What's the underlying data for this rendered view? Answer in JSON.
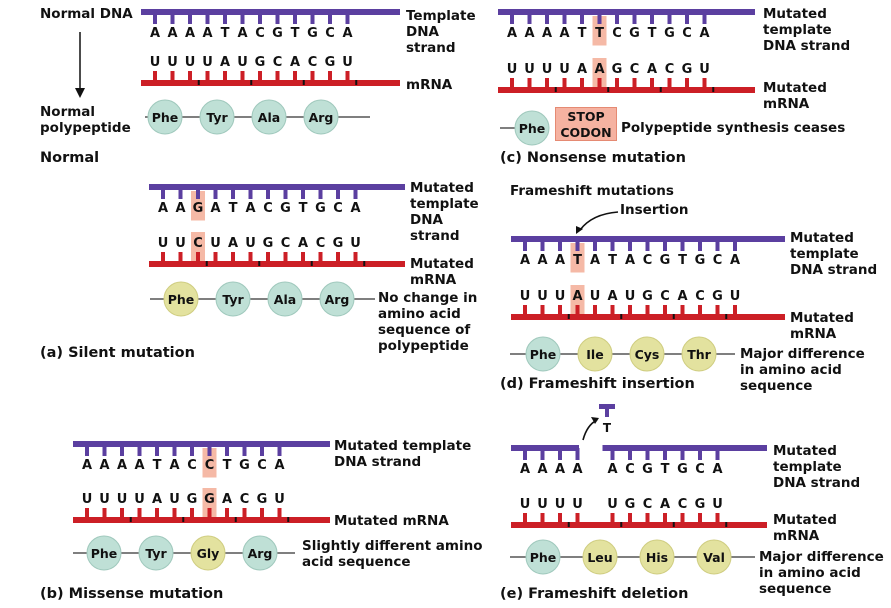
{
  "colors": {
    "dna_strand": "#5b3fa0",
    "mrna_strand": "#cc1f26",
    "highlight": "#f5b9a6",
    "normal_amino": "#bfe0d6",
    "changed_amino": "#e3e29f",
    "stop_box": "#f5b2a1"
  },
  "panels": [
    {
      "id": "normal",
      "title": "Normal",
      "side_label_top": "Normal DNA",
      "side_label_bottom": "Normal\npolypeptide",
      "dna_bases": [
        "A",
        "A",
        "A",
        "A",
        "T",
        "A",
        "C",
        "G",
        "T",
        "G",
        "C",
        "A"
      ],
      "mrna_bases": [
        "U",
        "U",
        "U",
        "U",
        "A",
        "U",
        "G",
        "C",
        "A",
        "C",
        "G",
        "U"
      ],
      "highlight_index": null,
      "dna_label": "Template\nDNA\nstrand",
      "mrna_label": "mRNA",
      "amino_acids": [
        {
          "name": "Phe",
          "changed": false
        },
        {
          "name": "Tyr",
          "changed": false
        },
        {
          "name": "Ala",
          "changed": false
        },
        {
          "name": "Arg",
          "changed": false
        }
      ],
      "result_text": ""
    },
    {
      "id": "silent",
      "title": "(a) Silent mutation",
      "dna_bases": [
        "A",
        "A",
        "G",
        "A",
        "T",
        "A",
        "C",
        "G",
        "T",
        "G",
        "C",
        "A"
      ],
      "mrna_bases": [
        "U",
        "U",
        "C",
        "U",
        "A",
        "U",
        "G",
        "C",
        "A",
        "C",
        "G",
        "U"
      ],
      "highlight_index": 2,
      "dna_label": "Mutated\ntemplate\nDNA\nstrand",
      "mrna_label": "Mutated\nmRNA",
      "amino_acids": [
        {
          "name": "Phe",
          "changed": true
        },
        {
          "name": "Tyr",
          "changed": false
        },
        {
          "name": "Ala",
          "changed": false
        },
        {
          "name": "Arg",
          "changed": false
        }
      ],
      "result_text": "No change in\namino acid\nsequence of\npolypeptide"
    },
    {
      "id": "missense",
      "title": "(b) Missense mutation",
      "dna_bases": [
        "A",
        "A",
        "A",
        "A",
        "T",
        "A",
        "C",
        "C",
        "T",
        "G",
        "C",
        "A"
      ],
      "mrna_bases": [
        "U",
        "U",
        "U",
        "U",
        "A",
        "U",
        "G",
        "G",
        "A",
        "C",
        "G",
        "U"
      ],
      "highlight_index": 7,
      "dna_label": "Mutated template\nDNA strand",
      "mrna_label": "Mutated mRNA",
      "amino_acids": [
        {
          "name": "Phe",
          "changed": false
        },
        {
          "name": "Tyr",
          "changed": false
        },
        {
          "name": "Gly",
          "changed": true
        },
        {
          "name": "Arg",
          "changed": false
        }
      ],
      "result_text": "Slightly different amino\nacid sequence"
    },
    {
      "id": "nonsense",
      "title": "(c) Nonsense mutation",
      "dna_bases": [
        "A",
        "A",
        "A",
        "A",
        "T",
        "T",
        "C",
        "G",
        "T",
        "G",
        "C",
        "A"
      ],
      "mrna_bases": [
        "U",
        "U",
        "U",
        "U",
        "A",
        "A",
        "G",
        "C",
        "A",
        "C",
        "G",
        "U"
      ],
      "highlight_index": 5,
      "dna_label": "Mutated\ntemplate\nDNA strand",
      "mrna_label": "Mutated\nmRNA",
      "amino_acids": [
        {
          "name": "Phe",
          "changed": false
        }
      ],
      "stop_codon": "STOP\nCODON",
      "result_text": "Polypeptide synthesis ceases"
    },
    {
      "id": "insertion",
      "title": "(d) Frameshift insertion",
      "header": "Frameshift mutations",
      "pointer_label": "Insertion",
      "dna_bases": [
        "A",
        "A",
        "A",
        "T",
        "A",
        "T",
        "A",
        "C",
        "G",
        "T",
        "G",
        "C",
        "A"
      ],
      "mrna_bases": [
        "U",
        "U",
        "U",
        "A",
        "U",
        "A",
        "U",
        "G",
        "C",
        "A",
        "C",
        "G",
        "U"
      ],
      "highlight_index": 3,
      "dna_label": "Mutated\ntemplate\nDNA strand",
      "mrna_label": "Mutated\nmRNA",
      "amino_acids": [
        {
          "name": "Phe",
          "changed": false
        },
        {
          "name": "Ile",
          "changed": true
        },
        {
          "name": "Cys",
          "changed": true
        },
        {
          "name": "Thr",
          "changed": true
        }
      ],
      "result_text": "Major difference\nin amino acid\nsequence"
    },
    {
      "id": "deletion",
      "title": "(e) Frameshift deletion",
      "deleted_base": "T",
      "dna_bases": [
        "A",
        "A",
        "A",
        "A",
        "",
        "A",
        "C",
        "G",
        "T",
        "G",
        "C",
        "A"
      ],
      "mrna_bases": [
        "U",
        "U",
        "U",
        "U",
        "",
        "U",
        "G",
        "C",
        "A",
        "C",
        "G",
        "U"
      ],
      "highlight_index": null,
      "dna_label": "Mutated\ntemplate\nDNA strand",
      "mrna_label": "Mutated\nmRNA",
      "amino_acids": [
        {
          "name": "Phe",
          "changed": false
        },
        {
          "name": "Leu",
          "changed": true
        },
        {
          "name": "His",
          "changed": true
        },
        {
          "name": "Val",
          "changed": true
        }
      ],
      "result_text": "Major difference\nin amino acid\nsequence"
    }
  ]
}
